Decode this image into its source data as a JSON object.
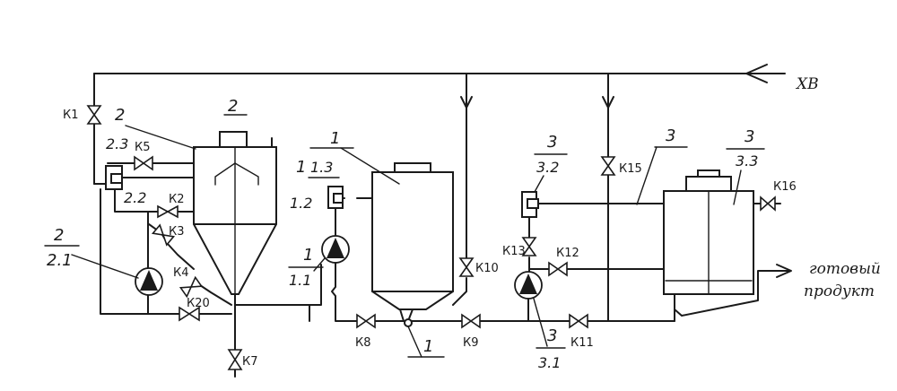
{
  "inlet": {
    "label": "ХВ"
  },
  "outlet": {
    "line1": "готовый",
    "line2": "продукт"
  },
  "units": {
    "u1": {
      "main": "1",
      "l11": "1",
      "l11b": "1.1",
      "l12": "1.2",
      "l13a": "1",
      "l13b": "1.3",
      "lower": "1"
    },
    "u2": {
      "main": "2",
      "top": "2",
      "l21a": "2",
      "l21b": "2.1",
      "l22": "2.2",
      "l23": "2.3"
    },
    "u3": {
      "main": "3",
      "l31a": "3",
      "l31b": "3.1",
      "l32a": "3",
      "l32b": "3.2",
      "l33a": "3",
      "l33b": "3.3"
    }
  },
  "valves": {
    "k1": "К1",
    "k2": "К2",
    "k3": "К3",
    "k4": "К4",
    "k5": "К5",
    "k7": "К7",
    "k8": "К8",
    "k9": "К9",
    "k10": "К10",
    "k11": "К11",
    "k12": "К12",
    "k13": "К13",
    "k15": "К15",
    "k16": "К16",
    "k20": "К20"
  }
}
